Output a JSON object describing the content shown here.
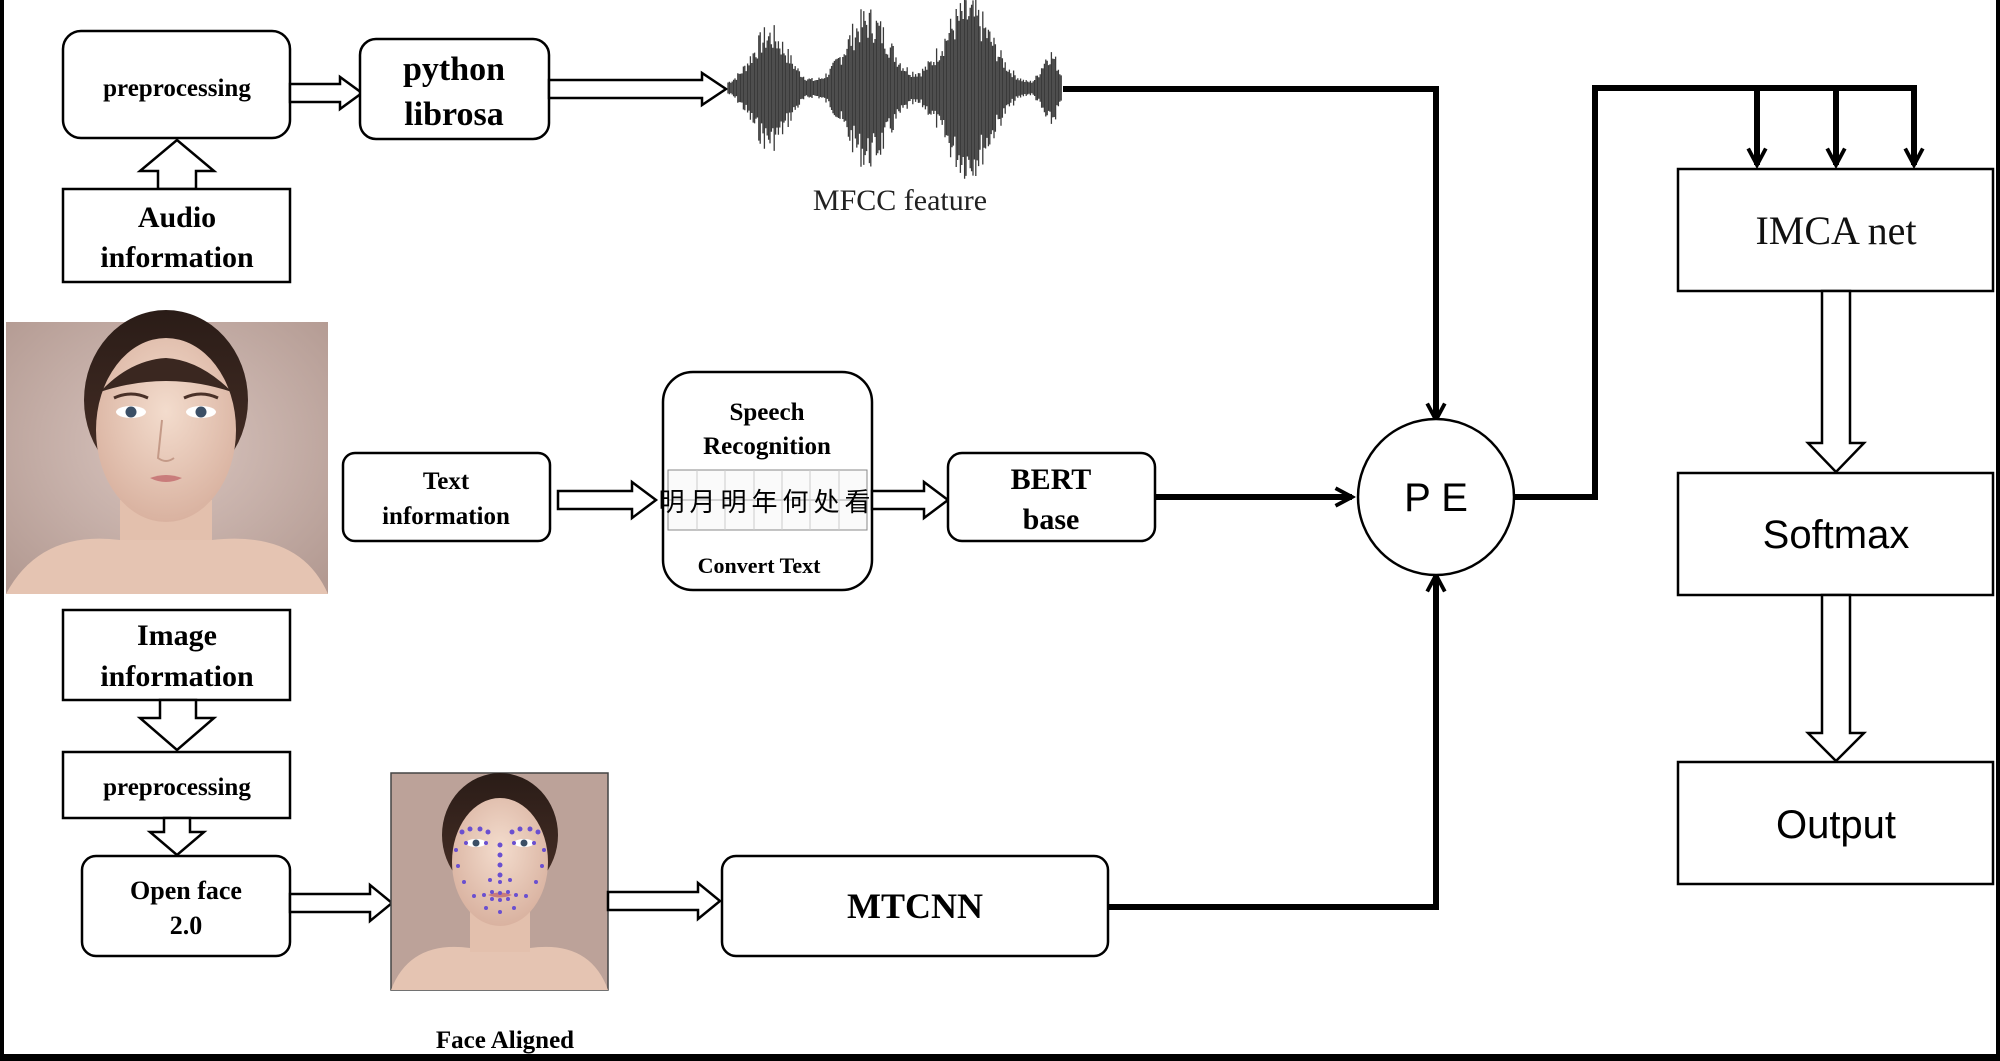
{
  "audio": {
    "preprocessing": "preprocessing",
    "tool_line1": "python",
    "tool_line2": "librosa",
    "source_line1": "Audio",
    "source_line2": "information",
    "feature_label": "MFCC feature"
  },
  "text": {
    "source_line1": "Text",
    "source_line2": "information",
    "asr_line1": "Speech",
    "asr_line2": "Recognition",
    "asr_sample": "明月明年何处看",
    "asr_caption": "Convert Text",
    "model_line1": "BERT",
    "model_line2": "base"
  },
  "image": {
    "source_line1": "Image",
    "source_line2": "information",
    "preprocessing": "preprocessing",
    "tool_line1": "Open face",
    "tool_line2": "2.0",
    "aligned_caption": "Face Aligned",
    "detector": "MTCNN"
  },
  "fusion": {
    "node": "P E"
  },
  "head": {
    "net": "IMCA net",
    "softmax": "Softmax",
    "output": "Output"
  }
}
